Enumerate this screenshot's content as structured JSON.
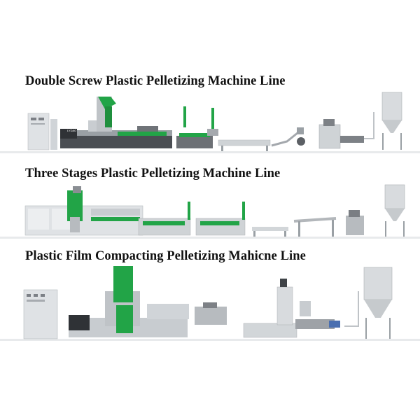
{
  "sections": [
    {
      "title": "Double Screw Plastic Pelletizing Machine Line"
    },
    {
      "title": "Three Stages Plastic Pelletizing Machine Line"
    },
    {
      "title": "Plastic Film Compacting Pelletizing Mahicne Line"
    }
  ],
  "branding": {
    "logo_text": "LYDAO"
  },
  "colors": {
    "accent_green": "#22a447",
    "machine_grey": "#8c9095",
    "machine_light": "#d9dcdf",
    "machine_dark": "#3f4347",
    "steel": "#c4c8cc",
    "floor": "#e4e6e8"
  }
}
